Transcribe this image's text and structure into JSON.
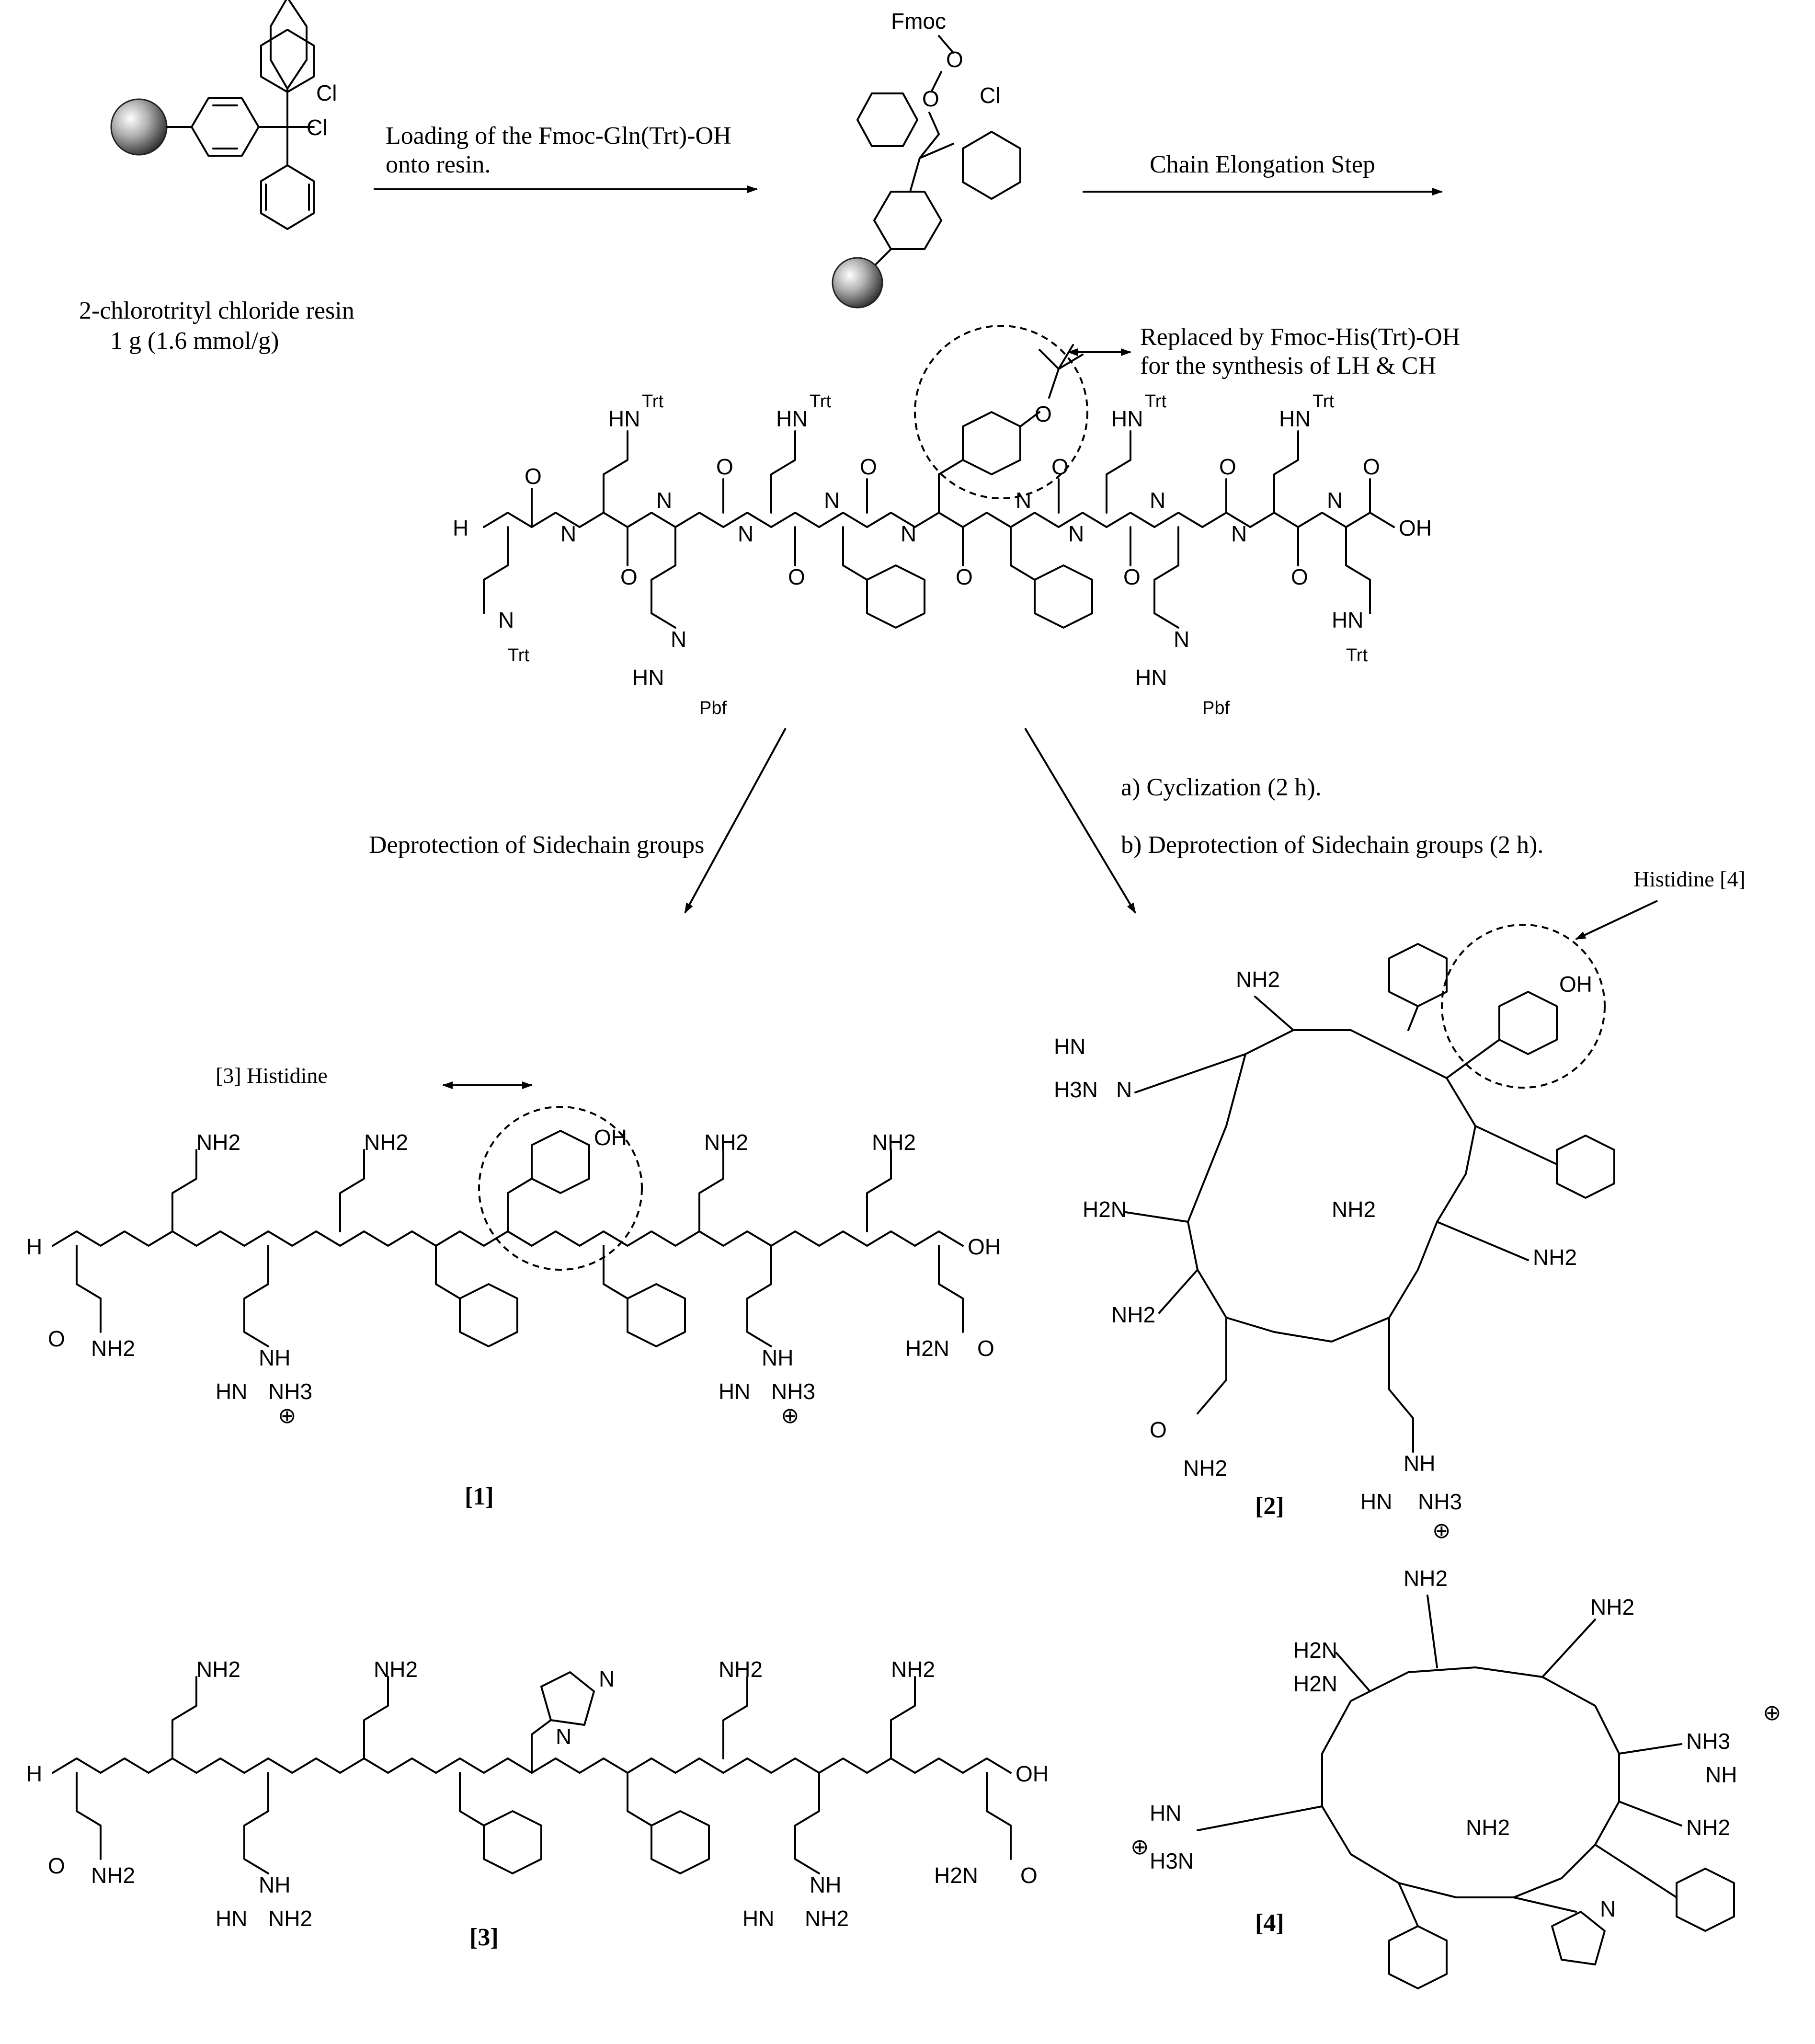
{
  "resin": {
    "name": "2-chlorotrityl chloride resin",
    "amount": "1 g (1.6 mmol/g)",
    "cl1": "Cl",
    "cl2": "Cl"
  },
  "loaded_resin": {
    "fmoc": "Fmoc",
    "o": "O",
    "cl": "Cl"
  },
  "steps": {
    "loading_line1": "Loading of the Fmoc-Gln(Trt)-OH",
    "loading_line2": "onto resin.",
    "elongation": "Chain Elongation Step",
    "replace_line1": "Replaced by Fmoc-His(Trt)-OH",
    "replace_line2": "for the synthesis of LH & CH",
    "deprotect_left": "Deprotection of Sidechain groups",
    "cyclization": "a) Cyclization (2 h).",
    "deprotect_right": "b) Deprotection of Sidechain groups (2 h).",
    "hist3": "[3] Histidine",
    "hist4": "Histidine [4]"
  },
  "protected_peptide": {
    "h": "H",
    "nh": "N",
    "hn_trt": "HN",
    "trt": "Trt",
    "pbf": "Pbf",
    "oh": "OH",
    "o": "O"
  },
  "compounds": {
    "c1": "[1]",
    "c2": "[2]",
    "c3": "[3]",
    "c4": "[4]"
  },
  "atoms": {
    "nh2": "NH2",
    "h2n": "H2N",
    "nh3": "NH3",
    "h3n": "H3N",
    "hn": "HN",
    "nh": "NH",
    "oh": "OH",
    "o": "O",
    "n": "N",
    "h": "H",
    "plus": "⊕"
  }
}
